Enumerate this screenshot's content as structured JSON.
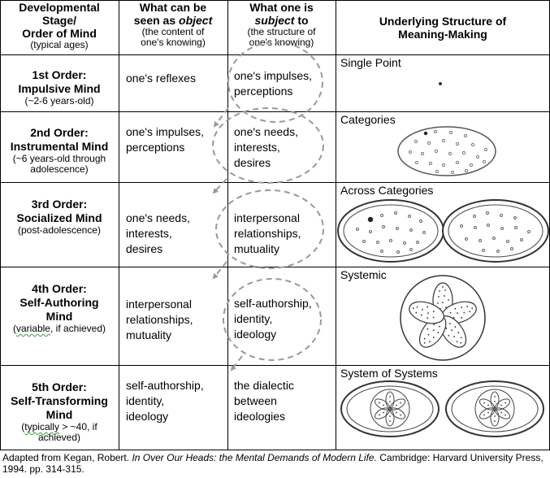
{
  "header": {
    "col1": {
      "line1": "Developmental",
      "line2": "Stage/",
      "line3": "Order of Mind",
      "sub": "(typical ages)"
    },
    "col2": {
      "line1": "What can be",
      "line2_pre": "seen as ",
      "line2_em": "object",
      "sub1": "(the content of",
      "sub2": "one's knowing)"
    },
    "col3": {
      "line1": "What one is",
      "line2_em": "subject",
      "line2_post": " to",
      "sub1": "(the structure of",
      "sub2": "one's knowing)"
    },
    "col4": {
      "line1": "Underlying Structure of",
      "line2": "Meaning-Making"
    }
  },
  "rows": [
    {
      "title1": "1st Order:",
      "title2": "Impulsive Mind",
      "title3": "",
      "ages1": "(~2-6 years-old)",
      "ages2": "",
      "object": [
        "one's reflexes"
      ],
      "subject": [
        "one's impulses,",
        "perceptions"
      ],
      "structure": "Single Point"
    },
    {
      "title1": "2nd Order:",
      "title2": "Instrumental Mind",
      "title3": "",
      "ages1": "(~6 years-old through",
      "ages2": "adolescence)",
      "object": [
        "one's impulses,",
        "perceptions"
      ],
      "subject": [
        "one's needs,",
        "interests,",
        "desires"
      ],
      "structure": "Categories"
    },
    {
      "title1": "3rd Order:",
      "title2": "Socialized Mind",
      "title3": "",
      "ages1": "(post-adolescence)",
      "ages2": "",
      "object": [
        "one's needs,",
        "interests,",
        "desires"
      ],
      "subject": [
        "interpersonal",
        "relationships,",
        "mutuality"
      ],
      "structure": "Across Categories"
    },
    {
      "title1": "4th Order:",
      "title2": "Self-Authoring",
      "title3": "Mind",
      "ages1_sq": "variable",
      "ages1_post": ", if achieved)",
      "ages1_pre": "(",
      "object": [
        "interpersonal",
        "relationships,",
        "mutuality"
      ],
      "subject": [
        "self-authorship,",
        "identity,",
        "ideology"
      ],
      "structure": "Systemic"
    },
    {
      "title1": "5th Order:",
      "title2": "Self-Transforming",
      "title3": "Mind",
      "ages1_pre": "(",
      "ages1_sq": "typically",
      "ages1_post": " > ~40, if",
      "ages2": "achieved)",
      "object": [
        "self-authorship,",
        "identity,",
        "ideology"
      ],
      "subject": [
        "the dialectic",
        "between",
        "ideologies"
      ],
      "structure": "System of Systems"
    }
  ],
  "caption": {
    "pre": "Adapted from Kegan, Robert.  ",
    "title": "In Over Our Heads: the Mental Demands of Modern Life.",
    "post": "  Cambridge: Harvard University Press, 1994.  pp. 314-315."
  }
}
